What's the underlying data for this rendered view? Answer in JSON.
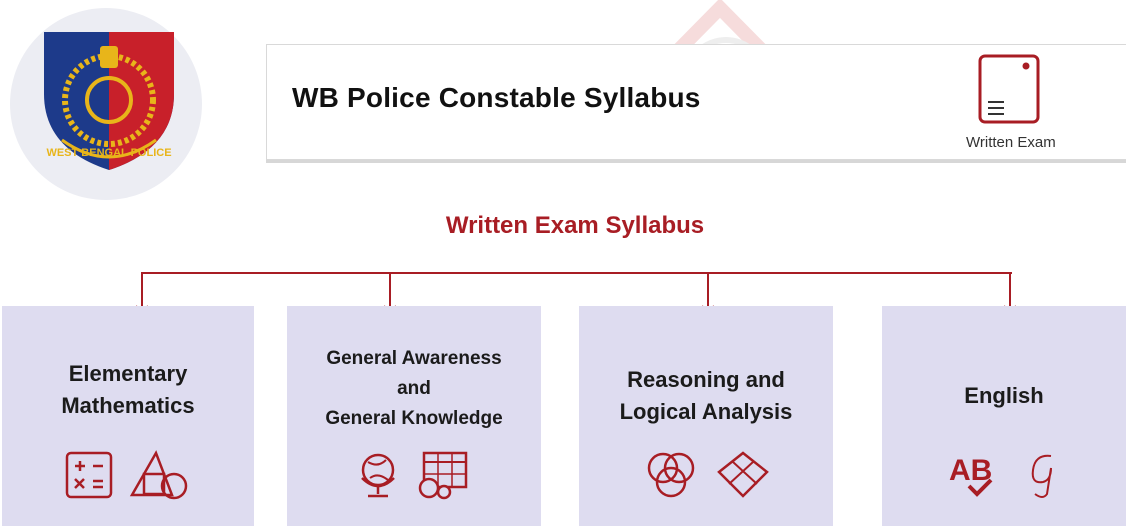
{
  "header": {
    "title": "WB Police Constable Syllabus",
    "exam_label": "Written Exam",
    "logo_text": "WEST BENGAL POLICE"
  },
  "section_heading": "Written Exam Syllabus",
  "subjects": [
    {
      "line1": "Elementary",
      "line2": "Mathematics",
      "line3": "",
      "icons": [
        "calculator-icon",
        "shapes-icon"
      ]
    },
    {
      "line1": "General Awareness",
      "line2": "and",
      "line3": "General Knowledge",
      "icons": [
        "globe-icon",
        "calendar-icon"
      ]
    },
    {
      "line1": "Reasoning and",
      "line2": "Logical Analysis",
      "line3": "",
      "icons": [
        "venn-diagram-icon",
        "cube-icon"
      ]
    },
    {
      "line1": "English",
      "line2": "",
      "line3": "",
      "icons": [
        "ab-check-icon",
        "cursive-g-icon"
      ]
    }
  ],
  "colors": {
    "accent": "#a81d24",
    "box_background": "#dedcf0",
    "logo_blue": "#1d3a8a",
    "logo_red": "#c8202a",
    "logo_gold": "#e8b51a"
  }
}
